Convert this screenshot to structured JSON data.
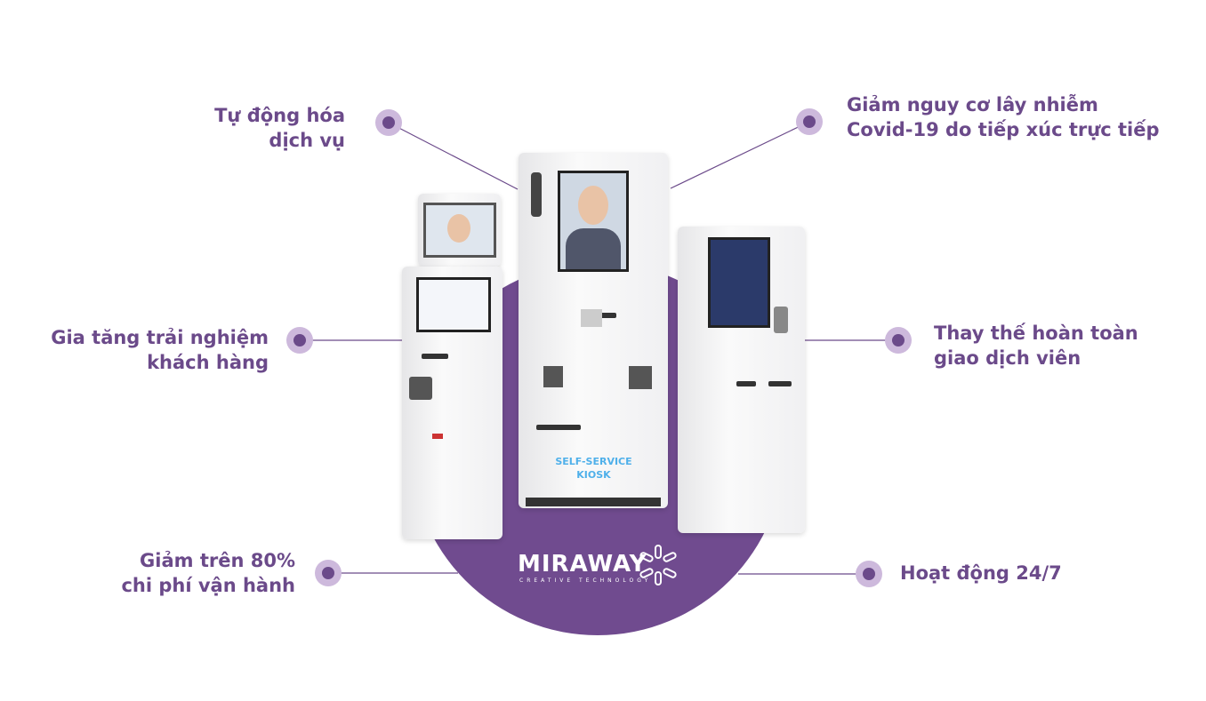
{
  "benefits": {
    "automation": [
      "Tự động hóa",
      "dịch vụ"
    ],
    "experience": [
      "Gia tăng trải nghiệm",
      "khách hàng"
    ],
    "cost": [
      "Giảm trên 80%",
      "chi phí vận hành"
    ],
    "covid": [
      "Giảm nguy cơ lây nhiễm",
      "Covid-19 do tiếp xúc trực tiếp"
    ],
    "replace": [
      "Thay thế hoàn toàn",
      "giao dịch viên"
    ],
    "hours": [
      "Hoạt động 24/7"
    ]
  },
  "kiosk_label": [
    "SELF-SERVICE",
    "KIOSK"
  ],
  "logo": {
    "name": "MIRAWAY",
    "tagline": "CREATIVE TECHNOLOGY"
  },
  "colors": {
    "primary": "#6b4a8a",
    "circle": "#704b8f",
    "dot_halo": "#cdb9dc",
    "kiosk_text": "#4fb0ea"
  }
}
